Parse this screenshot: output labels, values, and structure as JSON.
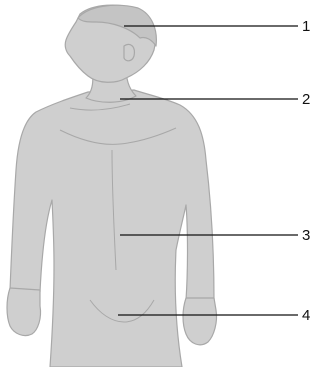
{
  "diagram": {
    "callouts": [
      {
        "number": "1"
      },
      {
        "number": "2"
      },
      {
        "number": "3"
      },
      {
        "number": "4"
      }
    ],
    "colors": {
      "skin": "#cfcfcf",
      "outline": "#a8a8a8",
      "hair": "#c4c4c4",
      "leader_line": "#111111"
    }
  }
}
